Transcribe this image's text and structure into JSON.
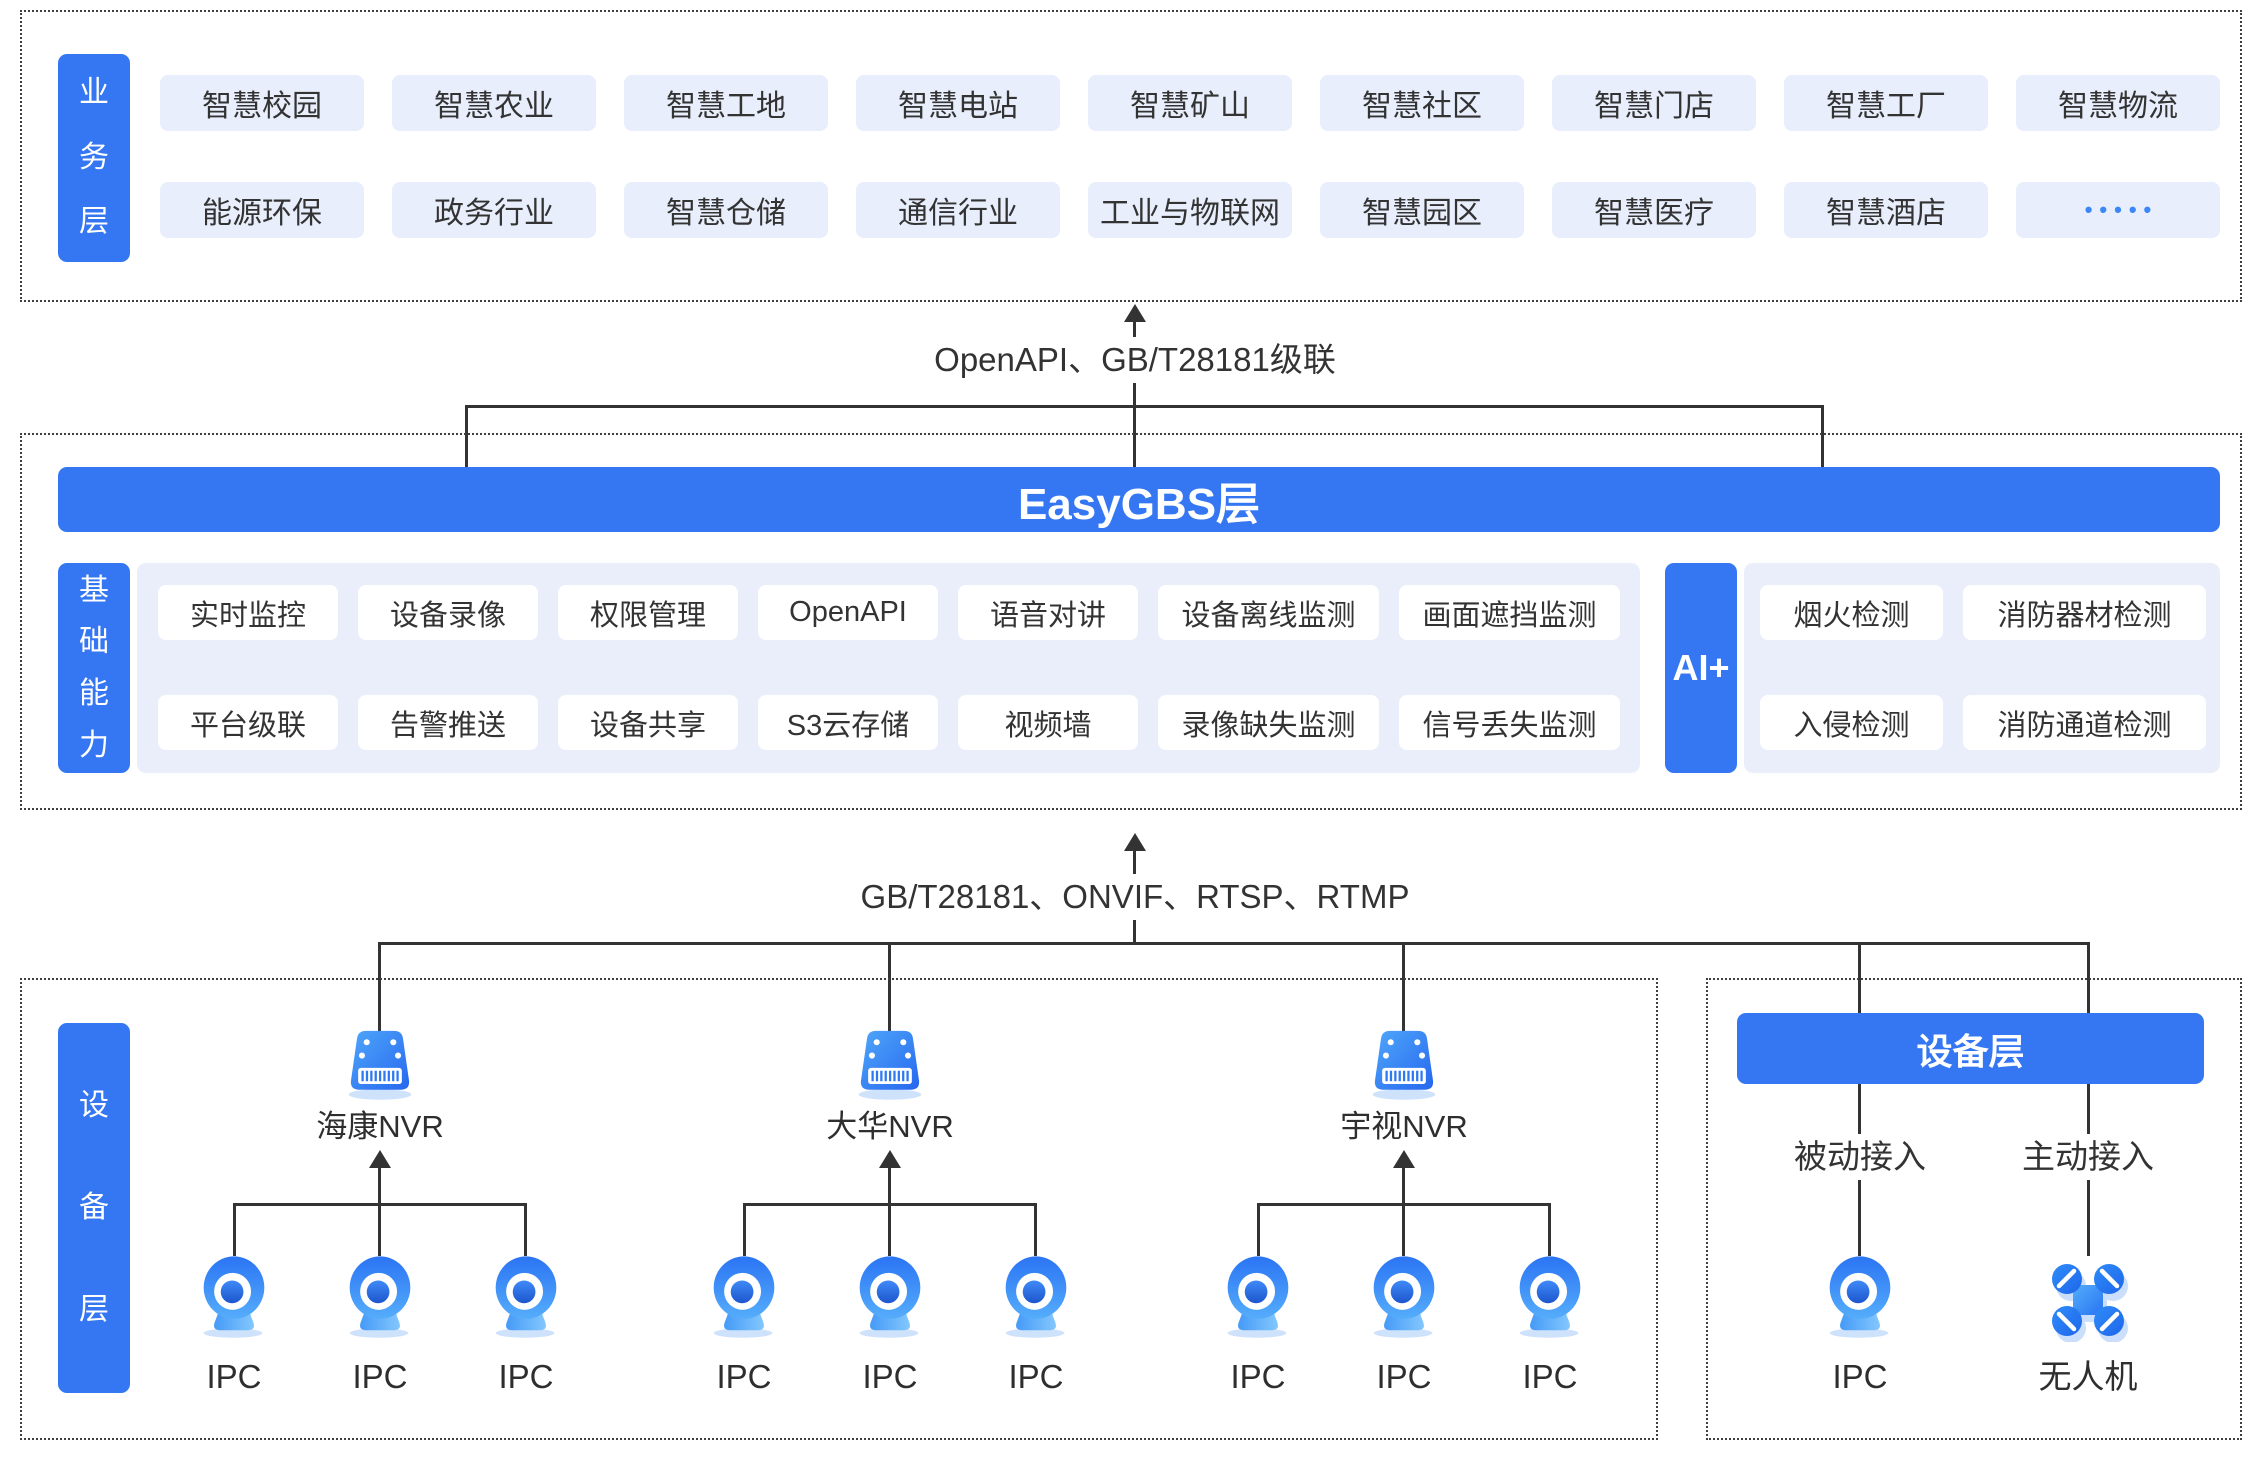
{
  "colors": {
    "accent_blue": "#3577F2",
    "pill_bg": "#E8EEFC",
    "panel_bg": "#E9EEFA",
    "line": "#333333",
    "text": "#333333",
    "dots_blue": "#3C87F7"
  },
  "business": {
    "label": "业务层",
    "row1": [
      "智慧校园",
      "智慧农业",
      "智慧工地",
      "智慧电站",
      "智慧矿山",
      "智慧社区",
      "智慧门店",
      "智慧工厂",
      "智慧物流"
    ],
    "row2": [
      "能源环保",
      "政务行业",
      "智慧仓储",
      "通信行业",
      "工业与物联网",
      "智慧园区",
      "智慧医疗",
      "智慧酒店"
    ],
    "more_dots": "•••••"
  },
  "conn_top": {
    "label": "OpenAPI、GB/T28181级联"
  },
  "gbs": {
    "banner": "EasyGBS层",
    "cap_label": "基础能力",
    "cap_row1": [
      "实时监控",
      "设备录像",
      "权限管理",
      "OpenAPI",
      "语音对讲",
      "设备离线监测",
      "画面遮挡监测"
    ],
    "cap_row2": [
      "平台级联",
      "告警推送",
      "设备共享",
      "S3云存储",
      "视频墙",
      "录像缺失监测",
      "信号丢失监测"
    ],
    "ai_label": "AI+",
    "ai_row1": [
      "烟火检测",
      "消防器材检测"
    ],
    "ai_row2": [
      "入侵检测",
      "消防通道检测"
    ]
  },
  "conn_bottom": {
    "label": "GB/T28181、ONVIF、RTSP、RTMP"
  },
  "devices_left": {
    "label": "设备层",
    "groups": [
      {
        "nvr": "海康NVR",
        "cams": [
          "IPC",
          "IPC",
          "IPC"
        ]
      },
      {
        "nvr": "大华NVR",
        "cams": [
          "IPC",
          "IPC",
          "IPC"
        ]
      },
      {
        "nvr": "宇视NVR",
        "cams": [
          "IPC",
          "IPC",
          "IPC"
        ]
      }
    ]
  },
  "devices_right": {
    "banner": "设备层",
    "branches": [
      {
        "mode": "被动接入",
        "device": "IPC",
        "icon": "ipc-camera-icon"
      },
      {
        "mode": "主动接入",
        "device": "无人机",
        "icon": "drone-icon"
      }
    ]
  }
}
